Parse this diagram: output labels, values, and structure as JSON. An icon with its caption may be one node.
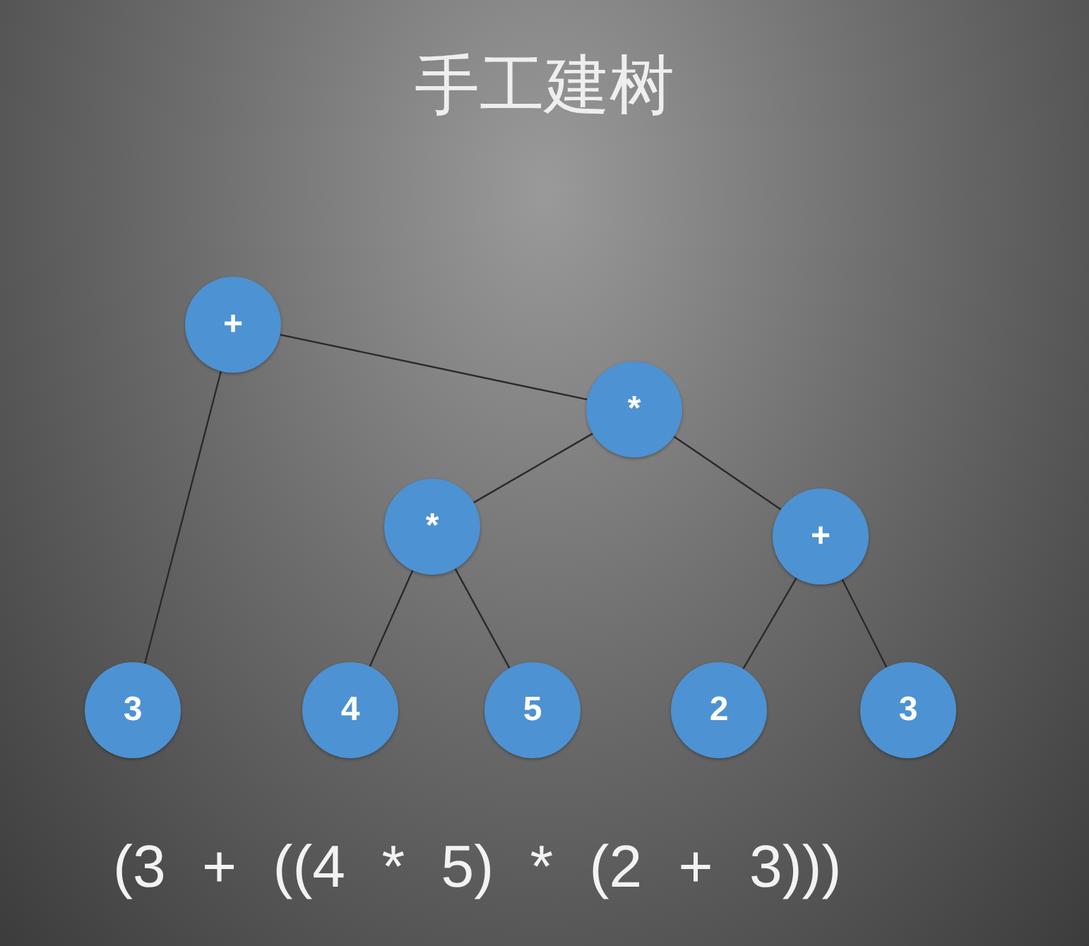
{
  "diagram": {
    "title": "手工建树",
    "nodes": [
      {
        "text": [
          "+"
        ]
      },
      {
        "text": [
          "*"
        ]
      },
      {
        "text": [
          "*"
        ]
      },
      {
        "text": [
          "+"
        ]
      },
      {
        "text": [
          "3"
        ]
      },
      {
        "text": [
          "4"
        ]
      },
      {
        "text": [
          "5"
        ]
      },
      {
        "text": [
          "2"
        ]
      },
      {
        "text": [
          "3"
        ]
      }
    ],
    "edges": [
      {
        "from": 0,
        "to": 4,
        "arrow": "none"
      },
      {
        "from": 0,
        "to": 1,
        "arrow": "none"
      },
      {
        "from": 1,
        "to": 2,
        "arrow": "none"
      },
      {
        "from": 1,
        "to": 3,
        "arrow": "none"
      },
      {
        "from": 2,
        "to": 5,
        "arrow": "none"
      },
      {
        "from": 2,
        "to": 6,
        "arrow": "none"
      },
      {
        "from": 3,
        "to": 7,
        "arrow": "none"
      },
      {
        "from": 3,
        "to": 8,
        "arrow": "none"
      }
    ],
    "labels": [
      "(3 + ((4 * 5) * (2 + 3)))"
    ]
  }
}
